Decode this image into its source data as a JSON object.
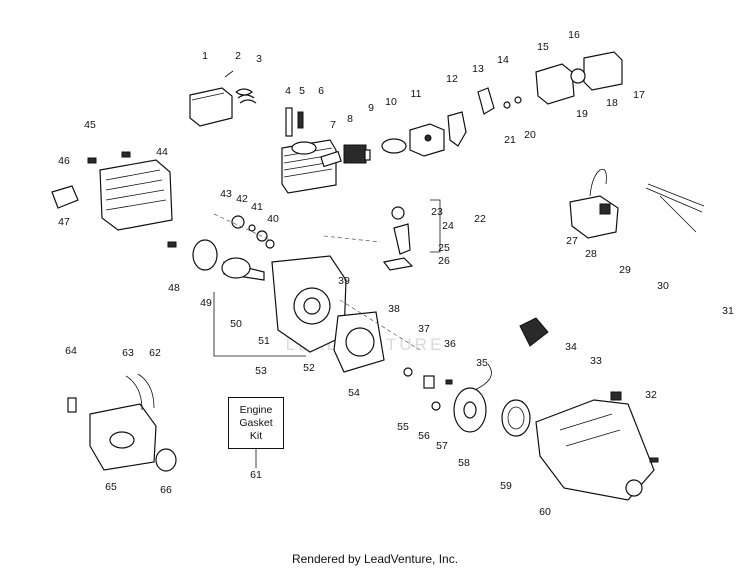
{
  "diagram": {
    "watermark": "LEADVENTURE",
    "kit_label": "Engine\nGasket\nKit",
    "footer": "Rendered by LeadVenture, Inc.",
    "callouts": [
      "1",
      "2",
      "3",
      "4",
      "5",
      "6",
      "7",
      "8",
      "9",
      "10",
      "11",
      "12",
      "13",
      "14",
      "15",
      "16",
      "17",
      "18",
      "19",
      "20",
      "21",
      "22",
      "23",
      "24",
      "25",
      "26",
      "27",
      "28",
      "29",
      "30",
      "31",
      "32",
      "33",
      "34",
      "35",
      "36",
      "37",
      "38",
      "39",
      "40",
      "41",
      "42",
      "43",
      "44",
      "45",
      "46",
      "47",
      "48",
      "49",
      "50",
      "51",
      "52",
      "53",
      "54",
      "55",
      "56",
      "57",
      "58",
      "59",
      "60",
      "61",
      "62",
      "63",
      "64",
      "65",
      "66"
    ]
  }
}
